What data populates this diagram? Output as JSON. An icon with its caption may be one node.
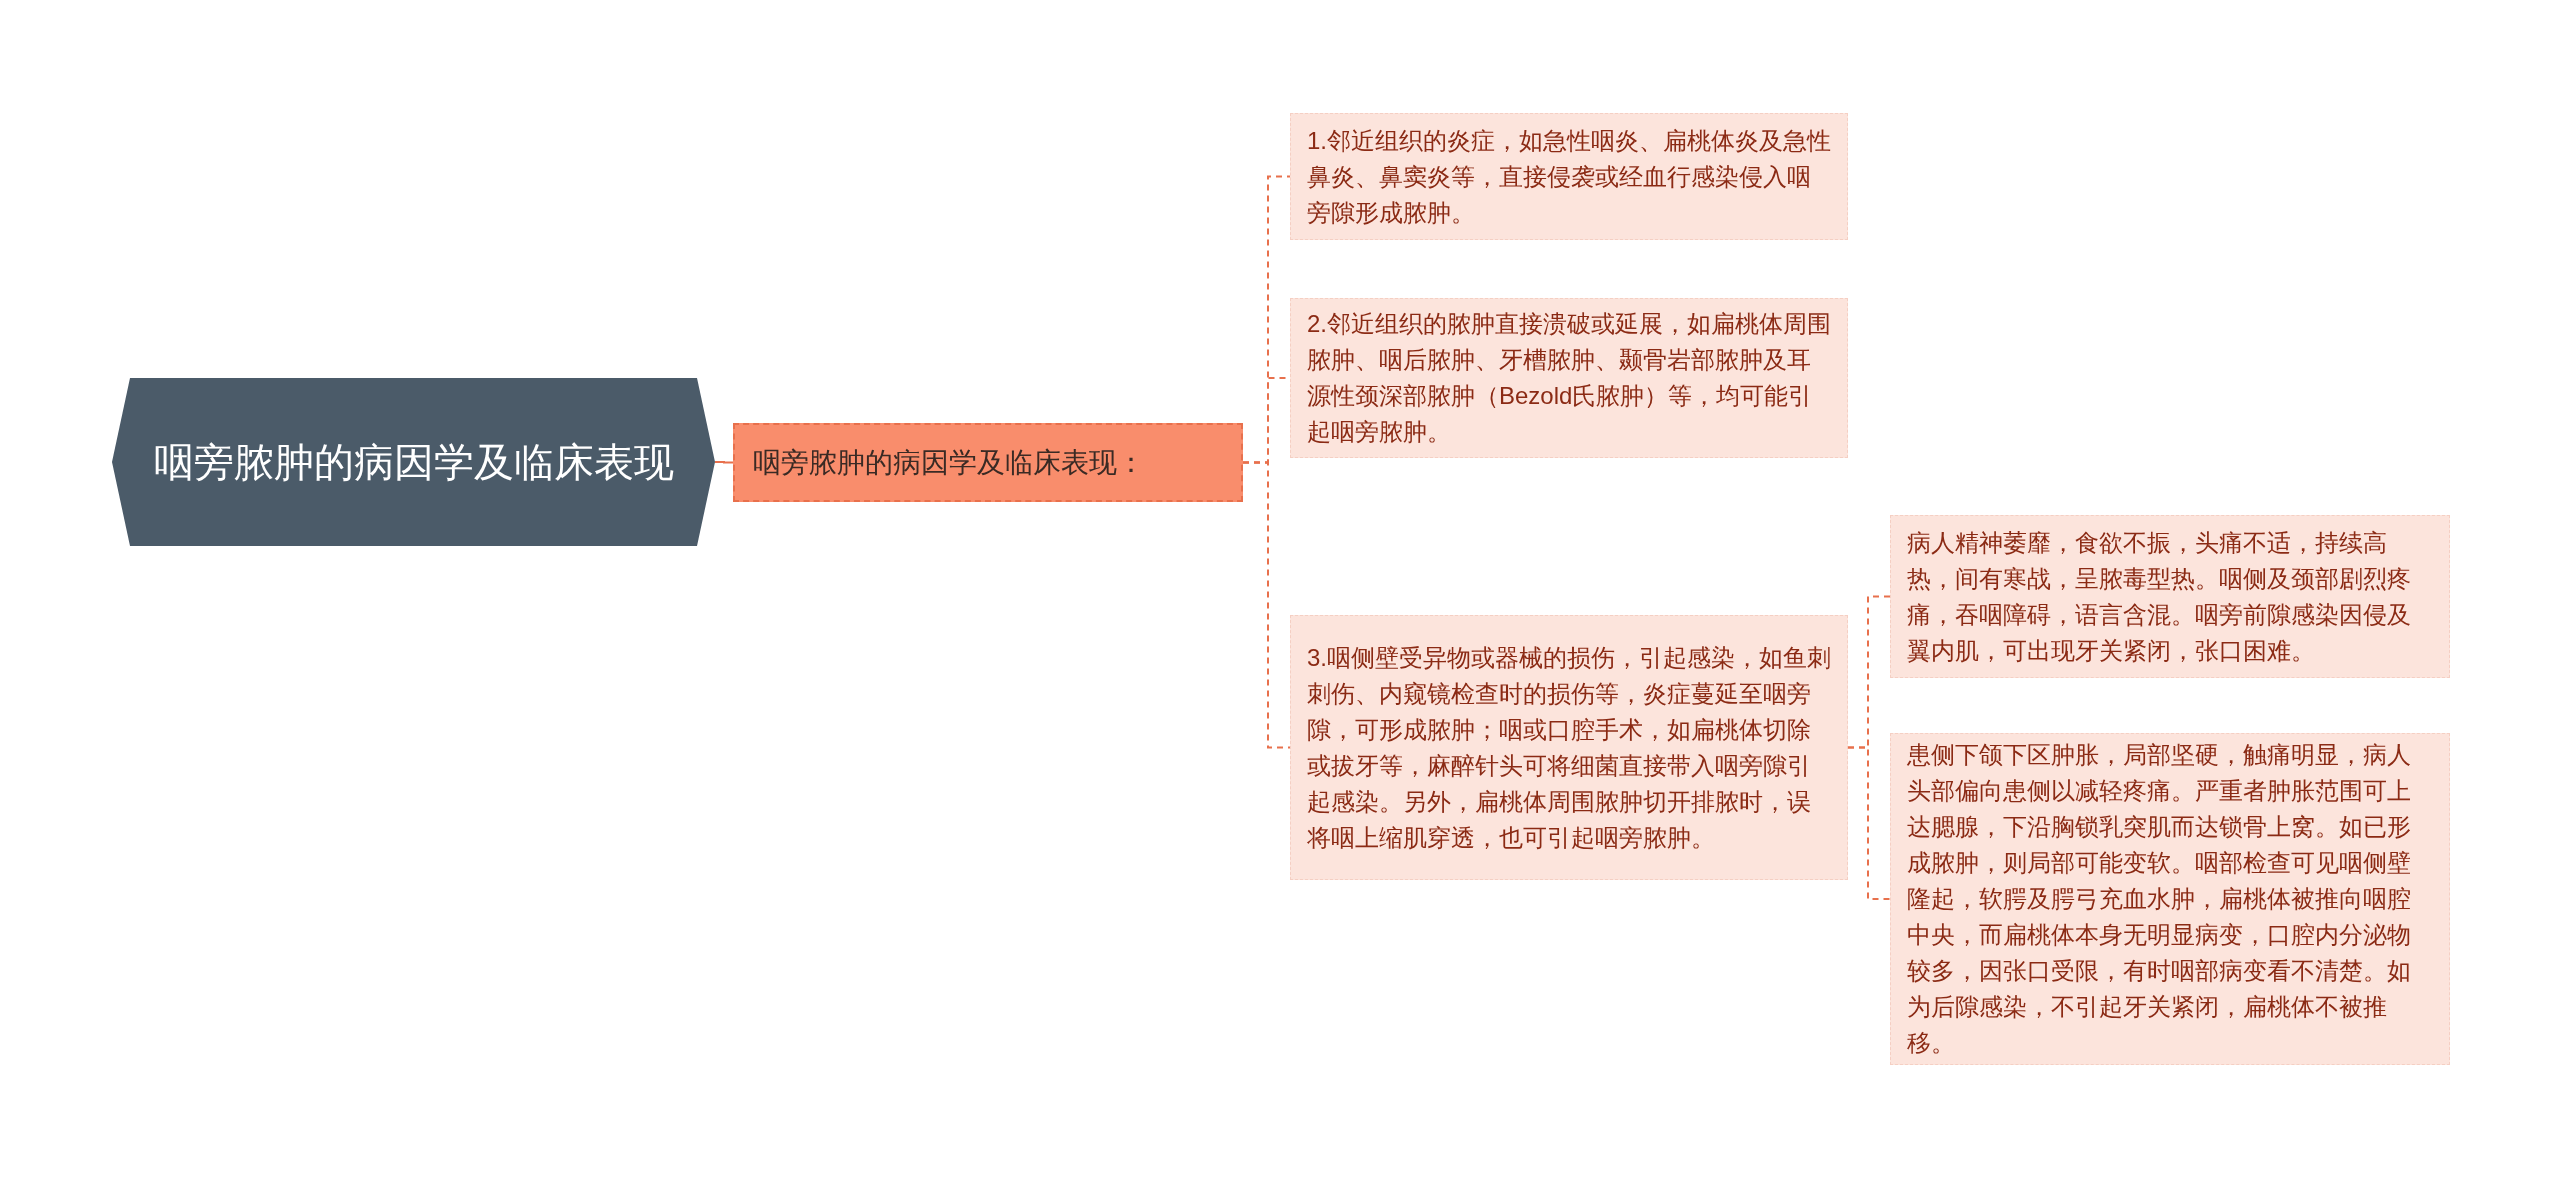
{
  "diagram": {
    "nodes": [
      {
        "text": [
          "咽旁脓肿的病因学及临床表现"
        ]
      },
      {
        "text": [
          "咽旁脓肿的病因学及临床表现："
        ]
      },
      {
        "text": [
          "1.邻近组织的炎症，如急性咽炎、扁桃体炎及急性鼻炎、鼻窦炎等，直接侵袭或经血行感染侵入咽旁隙形成脓肿。"
        ]
      },
      {
        "text": [
          "2.邻近组织的脓肿直接溃破或延展，如扁桃体周围脓肿、咽后脓肿、牙槽脓肿、颞骨岩部脓肿及耳源性颈深部脓肿（Bezold氏脓肿）等，均可能引起咽旁脓肿。"
        ]
      },
      {
        "text": [
          "3.咽侧壁受异物或器械的损伤，引起感染，如鱼刺刺伤、内窥镜检查时的损伤等，炎症蔓延至咽旁隙，可形成脓肿；咽或口腔手术，如扁桃体切除或拔牙等，麻醉针头可将细菌直接带入咽旁隙引起感染。另外，扁桃体周围脓肿切开排脓时，误将咽上缩肌穿透，也可引起咽旁脓肿。"
        ]
      },
      {
        "text": [
          "病人精神萎靡，食欲不振，头痛不适，持续高热，间有寒战，呈脓毒型热。咽侧及颈部剧烈疼痛，吞咽障碍，语言含混。咽旁前隙感染因侵及翼内肌，可出现牙关紧闭，张口困难。"
        ]
      },
      {
        "text": [
          "患侧下颌下区肿胀，局部坚硬，触痛明显，病人头部偏向患侧以减轻疼痛。严重者肿胀范围可上达腮腺，下沿胸锁乳突肌而达锁骨上窝。如已形成脓肿，则局部可能变软。咽部检查可见咽侧壁隆起，软腭及腭弓充血水肿，扁桃体被推向咽腔中央，而扁桃体本身无明显病变，口腔内分泌物较多，因张口受限，有时咽部病变看不清楚。如为后隙感染，不引起牙关紧闭，扁桃体不被推移。"
        ]
      }
    ],
    "edges": [
      {
        "from": 0,
        "to": 1,
        "arrow": "none"
      },
      {
        "from": 1,
        "to": 2,
        "arrow": "none",
        "style": "dashed"
      },
      {
        "from": 1,
        "to": 3,
        "arrow": "none",
        "style": "dashed"
      },
      {
        "from": 1,
        "to": 4,
        "arrow": "none",
        "style": "dashed"
      },
      {
        "from": 4,
        "to": 5,
        "arrow": "none",
        "style": "dashed"
      },
      {
        "from": 4,
        "to": 6,
        "arrow": "none",
        "style": "dashed"
      }
    ]
  }
}
